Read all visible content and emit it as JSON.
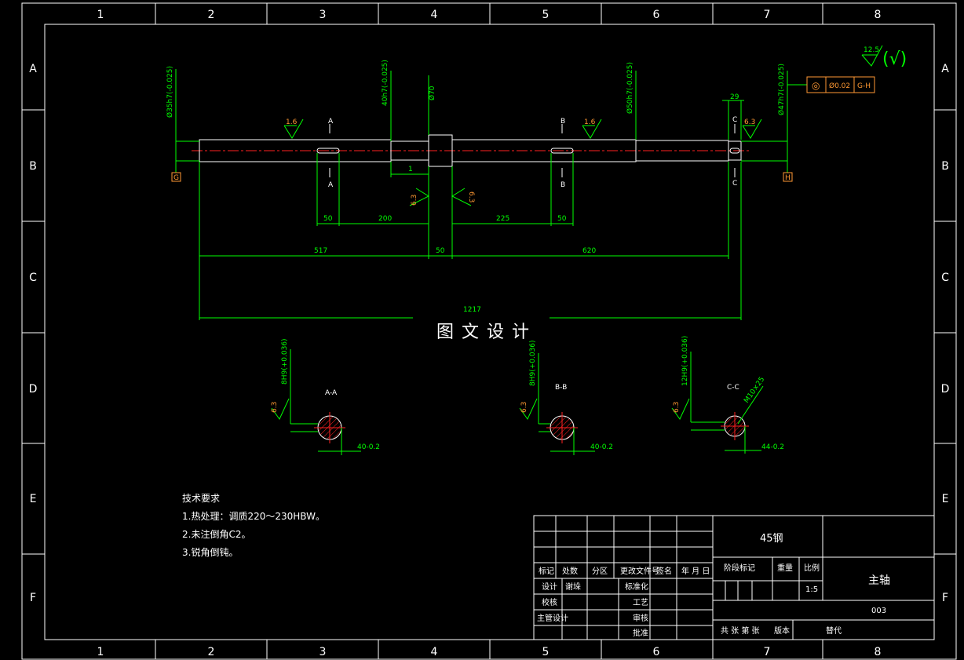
{
  "border": {
    "columns": [
      "1",
      "2",
      "3",
      "4",
      "5",
      "6",
      "7",
      "8"
    ],
    "rows": [
      "A",
      "B",
      "C",
      "D",
      "E",
      "F"
    ]
  },
  "roughness_symbol": {
    "value": "12.5",
    "suffix": "(√)"
  },
  "shaft_dims": {
    "dia_left_end": "Ø35h7(-0.025)",
    "dia_bearing_left": "40h7(-0.025)",
    "dia_collar": "Ø70",
    "dia_right_mid": "Ø50h7(-0.025)",
    "dia_right_end": "Ø47h7(-0.025)",
    "dim_517": "517",
    "dim_50_collar": "50",
    "dim_620": "620",
    "dim_1217": "1217",
    "dim_50_keyA": "50",
    "dim_200": "200",
    "dim_225": "225",
    "dim_50_keyB": "50",
    "dim_1": "1",
    "dim_29": "29",
    "rough_1": "1.6",
    "rough_2": "1.6",
    "rough_3": "6.3",
    "rough_4": "6.3",
    "rough_5": "6.3",
    "section_A_top": "A",
    "section_A_bot": "A",
    "section_B_top": "B",
    "section_B_bot": "B",
    "section_C_top": "C",
    "section_C_bot": "C",
    "datum_left": "G",
    "datum_right": "H",
    "tolerance_frame": {
      "symbol": "◎",
      "value": "Ø0.02",
      "datum": "G-H"
    }
  },
  "watermark": "图文设计",
  "sections": [
    {
      "title": "A-A",
      "key_width": "8H9(+0.036)",
      "depth": "40-0.2",
      "rough": "6.3"
    },
    {
      "title": "B-B",
      "key_width": "8H9(+0.036)",
      "depth": "40-0.2",
      "rough": "6.3"
    },
    {
      "title": "C-C",
      "key_width": "12H9(+0.036)",
      "depth": "44-0.2",
      "rough": "6.3",
      "thread": "M10×25"
    }
  ],
  "tech_requirements": {
    "title": "技术要求",
    "items": [
      "1.热处理：调质220～230HBW。",
      "2.未注倒角C2。",
      "3.锐角倒钝。"
    ]
  },
  "title_block": {
    "material": "45钢",
    "part_name": "主轴",
    "drawing_no": "003",
    "scale_label": "比例",
    "scale_value": "1:5",
    "weight_label": "重量",
    "stage_label": "阶段标记",
    "rev_headers": [
      "标记",
      "处数",
      "分区",
      "更改文件号",
      "签名",
      "年 月 日"
    ],
    "roles": {
      "design": "设计",
      "designer": "谢垛",
      "standardize": "标准化",
      "check": "校核",
      "process": "工艺",
      "chief": "主管设计",
      "review": "审核",
      "approve": "批准"
    },
    "bottom_sheet": "共 张 第 张",
    "version": "版本",
    "replace": "替代"
  }
}
